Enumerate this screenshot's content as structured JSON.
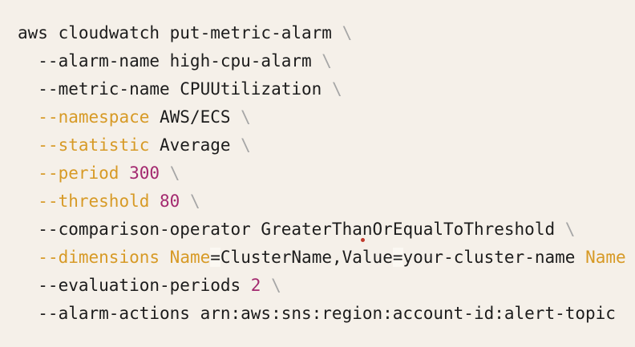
{
  "code_block": {
    "language": "bash",
    "colors": {
      "background": "#f5f0e9",
      "plain": "#1c1c1c",
      "flag": "#d79a26",
      "value": "#a3296f",
      "escape": "#a6a6a6",
      "eq_bg": "#fbf8f2",
      "spell_dot": "#c0392b"
    },
    "lines": [
      {
        "tokens": [
          {
            "t": "aws cloudwatch put-metric-alarm ",
            "c": "plain"
          },
          {
            "t": "\\",
            "c": "escape"
          }
        ]
      },
      {
        "tokens": [
          {
            "t": "  --alarm-name high-cpu-alarm ",
            "c": "plain"
          },
          {
            "t": "\\",
            "c": "escape"
          }
        ]
      },
      {
        "tokens": [
          {
            "t": "  --metric-name CPUUtilization ",
            "c": "plain"
          },
          {
            "t": "\\",
            "c": "escape"
          }
        ]
      },
      {
        "tokens": [
          {
            "t": "  ",
            "c": "plain"
          },
          {
            "t": "--namespace",
            "c": "flag"
          },
          {
            "t": " AWS/ECS ",
            "c": "plain"
          },
          {
            "t": "\\",
            "c": "escape"
          }
        ]
      },
      {
        "tokens": [
          {
            "t": "  ",
            "c": "plain"
          },
          {
            "t": "--statistic",
            "c": "flag"
          },
          {
            "t": " Average ",
            "c": "plain"
          },
          {
            "t": "\\",
            "c": "escape"
          }
        ]
      },
      {
        "tokens": [
          {
            "t": "  ",
            "c": "plain"
          },
          {
            "t": "--period",
            "c": "flag"
          },
          {
            "t": " ",
            "c": "plain"
          },
          {
            "t": "300",
            "c": "value"
          },
          {
            "t": " ",
            "c": "plain"
          },
          {
            "t": "\\",
            "c": "escape"
          }
        ]
      },
      {
        "tokens": [
          {
            "t": "  ",
            "c": "plain"
          },
          {
            "t": "--threshold",
            "c": "flag"
          },
          {
            "t": " ",
            "c": "plain"
          },
          {
            "t": "80",
            "c": "value"
          },
          {
            "t": " ",
            "c": "plain"
          },
          {
            "t": "\\",
            "c": "escape"
          }
        ]
      },
      {
        "tokens": [
          {
            "t": "  --comparison-operator GreaterTh",
            "c": "plain"
          },
          {
            "t": "an",
            "c": "spell"
          },
          {
            "t": "OrEqualToThreshold ",
            "c": "plain"
          },
          {
            "t": "\\",
            "c": "escape"
          }
        ]
      },
      {
        "tokens": [
          {
            "t": "  ",
            "c": "plain"
          },
          {
            "t": "--dimensions",
            "c": "flag"
          },
          {
            "t": " ",
            "c": "plain"
          },
          {
            "t": "Name",
            "c": "flag"
          },
          {
            "t": "=",
            "c": "eq"
          },
          {
            "t": "ClusterName,Value",
            "c": "plain"
          },
          {
            "t": "=",
            "c": "eq"
          },
          {
            "t": "your-cluster-name ",
            "c": "plain"
          },
          {
            "t": "Name",
            "c": "flag"
          }
        ]
      },
      {
        "tokens": [
          {
            "t": "  --evaluation-periods ",
            "c": "plain"
          },
          {
            "t": "2",
            "c": "value"
          },
          {
            "t": " ",
            "c": "plain"
          },
          {
            "t": "\\",
            "c": "escape"
          }
        ]
      },
      {
        "tokens": [
          {
            "t": "  --alarm-actions arn:aws:sns:region:account-id:alert-topic",
            "c": "plain"
          }
        ]
      }
    ]
  }
}
